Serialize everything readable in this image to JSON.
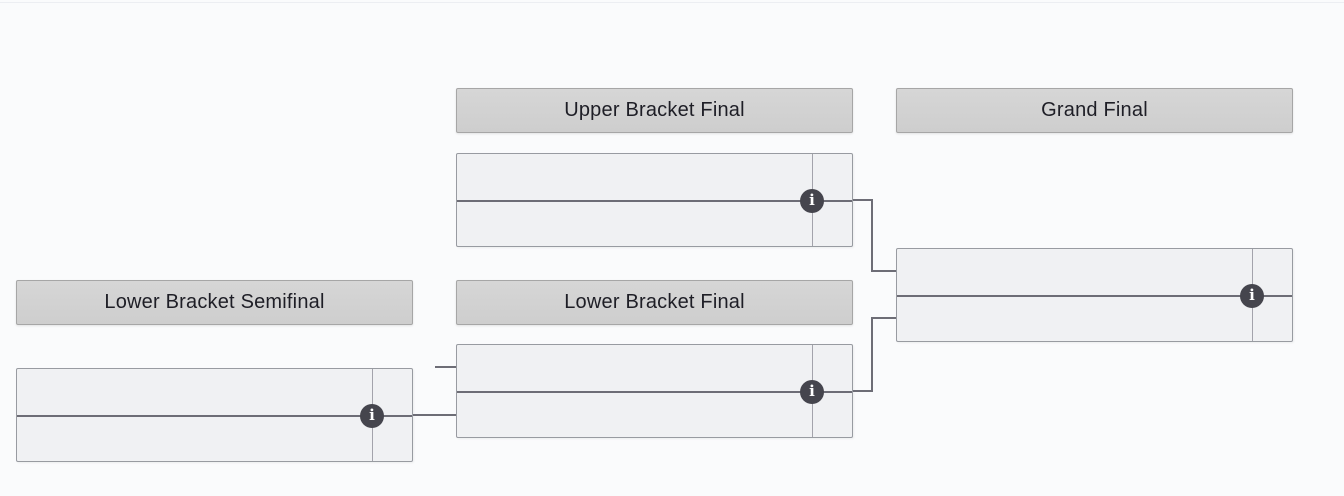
{
  "page": {
    "background_color": "#fafbfc"
  },
  "bracket": {
    "colors": {
      "header_background": "#cecece",
      "header_border": "#a6a6a6",
      "header_text": "#1e1e26",
      "match_background": "#f0f1f3",
      "match_border": "#989ba1",
      "divider_line": "#6d6d76",
      "score_separator": "#a3a3ab",
      "connector_line": "#6d6d76",
      "info_icon_background": "#45454d",
      "info_icon_glyph_color": "#ffffff"
    },
    "info_icon_glyph": "i",
    "headers": [
      {
        "key": "upper-bracket-final",
        "label": "Upper Bracket Final"
      },
      {
        "key": "grand-final",
        "label": "Grand Final"
      },
      {
        "key": "lower-bracket-semifinal",
        "label": "Lower Bracket Semifinal"
      },
      {
        "key": "lower-bracket-final",
        "label": "Lower Bracket Final"
      }
    ],
    "matches": [
      {
        "key": "upper-bracket-final",
        "round": "Upper Bracket Final",
        "opponent1": {
          "name": "",
          "score": ""
        },
        "opponent2": {
          "name": "",
          "score": ""
        }
      },
      {
        "key": "grand-final",
        "round": "Grand Final",
        "opponent1": {
          "name": "",
          "score": ""
        },
        "opponent2": {
          "name": "",
          "score": ""
        }
      },
      {
        "key": "lower-bracket-semifinal",
        "round": "Lower Bracket Semifinal",
        "opponent1": {
          "name": "",
          "score": ""
        },
        "opponent2": {
          "name": "",
          "score": ""
        }
      },
      {
        "key": "lower-bracket-final",
        "round": "Lower Bracket Final",
        "opponent1": {
          "name": "",
          "score": ""
        },
        "opponent2": {
          "name": "",
          "score": ""
        }
      }
    ]
  }
}
